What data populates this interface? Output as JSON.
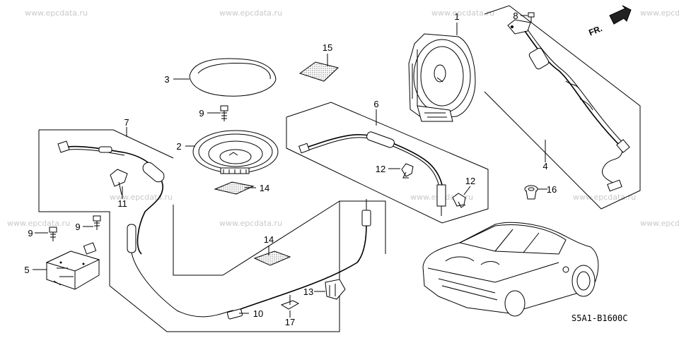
{
  "watermark": "www.epcdata.ru",
  "diagram_code": "S5A1-B1600C",
  "direction_label": "FR.",
  "callouts": [
    {
      "id": "c1",
      "text": "1"
    },
    {
      "id": "c2",
      "text": "2"
    },
    {
      "id": "c3",
      "text": "3"
    },
    {
      "id": "c4",
      "text": "4"
    },
    {
      "id": "c5",
      "text": "5"
    },
    {
      "id": "c6",
      "text": "6"
    },
    {
      "id": "c7",
      "text": "7"
    },
    {
      "id": "c8",
      "text": "8"
    },
    {
      "id": "c9a",
      "text": "9"
    },
    {
      "id": "c9b",
      "text": "9"
    },
    {
      "id": "c9c",
      "text": "9"
    },
    {
      "id": "c10",
      "text": "10"
    },
    {
      "id": "c11",
      "text": "11"
    },
    {
      "id": "c12a",
      "text": "12"
    },
    {
      "id": "c12b",
      "text": "12"
    },
    {
      "id": "c13",
      "text": "13"
    },
    {
      "id": "c14a",
      "text": "14"
    },
    {
      "id": "c14b",
      "text": "14"
    },
    {
      "id": "c15",
      "text": "15"
    },
    {
      "id": "c16",
      "text": "16"
    },
    {
      "id": "c17",
      "text": "17"
    }
  ]
}
